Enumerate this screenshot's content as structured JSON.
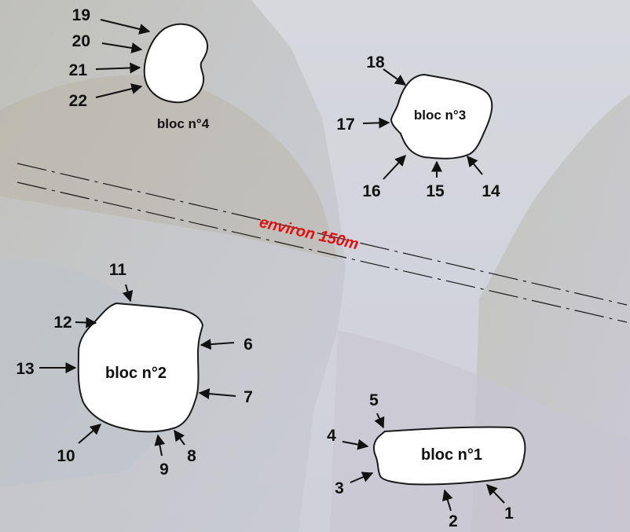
{
  "distance_label": "environ 150m",
  "blocs": [
    {
      "id": "bloc1",
      "label": "bloc n°1"
    },
    {
      "id": "bloc2",
      "label": "bloc n°2"
    },
    {
      "id": "bloc3",
      "label": "bloc n°3"
    },
    {
      "id": "bloc4",
      "label": "bloc n°4"
    }
  ],
  "points": [
    "1",
    "2",
    "3",
    "4",
    "5",
    "6",
    "7",
    "8",
    "9",
    "10",
    "11",
    "12",
    "13",
    "14",
    "15",
    "16",
    "17",
    "18",
    "19",
    "20",
    "21",
    "22"
  ],
  "colors": {
    "distance_text": "#e41010",
    "block_fill": "#ffffff",
    "outline": "#1a1a1a"
  }
}
